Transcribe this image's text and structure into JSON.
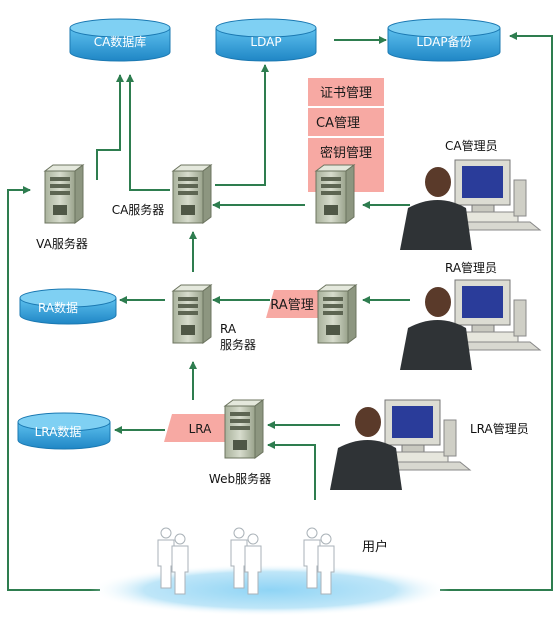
{
  "databases": {
    "ca_db": "CA数据库",
    "ldap": "LDAP",
    "ldap_backup": "LDAP备份",
    "ra_data": "RA数据",
    "lra_data": "LRA数据"
  },
  "admin_menu": {
    "cert_mgmt": "证书管理",
    "ca_mgmt": "CA管理",
    "key_mgmt": "密钥管理"
  },
  "tags": {
    "ra_mgmt": "RA管理",
    "lra": "LRA"
  },
  "servers": {
    "va": "VA服务器",
    "ca": "CA服务器",
    "ra_line1": "RA",
    "ra_line2": "服务器",
    "web": "Web服务器"
  },
  "roles": {
    "ca_admin": "CA管理员",
    "ra_admin": "RA管理员",
    "lra_admin": "LRA管理员",
    "users": "用户"
  },
  "colors": {
    "arrow": "#2e7d4f",
    "db_fill": "#2e9bd6",
    "tag_fill": "#f7a9a3",
    "server_body": "#c9cfc0"
  }
}
